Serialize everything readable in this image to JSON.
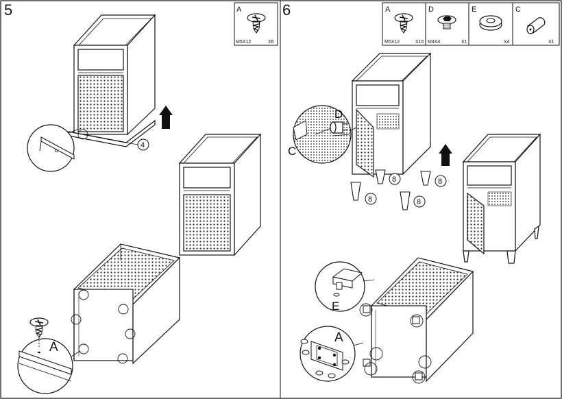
{
  "steps": [
    {
      "number": "5",
      "parts": [
        {
          "letter": "A",
          "spec": "M5X12",
          "qty": "X6"
        }
      ],
      "callout_number": "4",
      "hardware_label": "A"
    },
    {
      "number": "6",
      "parts": [
        {
          "letter": "A",
          "spec": "M5X12",
          "qty": "X16"
        },
        {
          "letter": "D",
          "spec": "M4X4",
          "qty": "X1"
        },
        {
          "letter": "E",
          "spec": "",
          "qty": "X4"
        },
        {
          "letter": "C",
          "spec": "",
          "qty": "X1"
        }
      ],
      "labels": {
        "d": "D",
        "c": "C",
        "e": "E",
        "a": "A"
      },
      "leg_callouts": [
        "8",
        "8",
        "8",
        "8"
      ]
    }
  ]
}
